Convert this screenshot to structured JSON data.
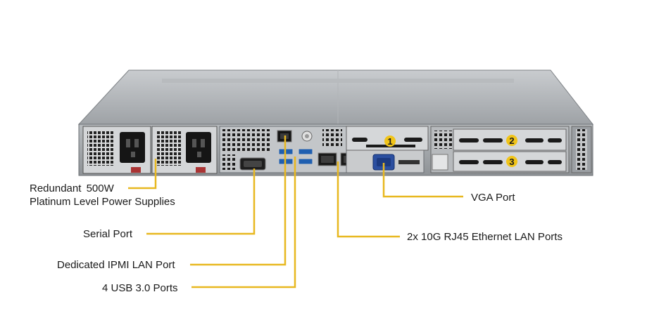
{
  "labels": {
    "psu_line1": "Redundant 500W",
    "psu_line2": "Platinum Level Power Supplies",
    "serial": "Serial Port",
    "ipmi": "Dedicated IPMI LAN Port",
    "usb": "4 USB 3.0 Ports",
    "vga": "VGA Port",
    "lan": "2x 10G RJ45 Ethernet LAN Ports"
  },
  "slots": {
    "slot1": "1",
    "slot2": "2",
    "slot3": "3"
  },
  "colors": {
    "callout": "#e8b820",
    "chassis": "#a9adb0",
    "chassis_dark": "#2b2d2f",
    "badge": "#f0c419"
  }
}
